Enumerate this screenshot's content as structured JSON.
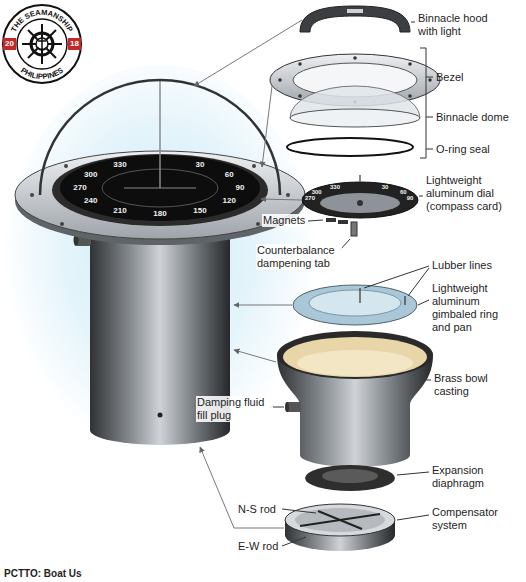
{
  "diagram": {
    "labels": [
      "THE SEAMANSHIP",
      "20",
      "18",
      "PHILIPPINES",
      "Binnacle hood with light",
      "Bezel",
      "Binnacle dome",
      "O-ring seal",
      "Lightweight aluminum dial (compass card)",
      "Magnets",
      "Counterbalance dampening tab",
      "Lubber lines",
      "Lightweight aluminum gimbaled ring and pan",
      "Brass bowl casting",
      "Damping fluid fill plug",
      "Expansion diaphragm",
      "N-S rod",
      "Compensator system",
      "E-W rod",
      "PCTTO: Boat Us",
      "330",
      "30",
      "60",
      "90",
      "120",
      "150",
      "180",
      "210",
      "240",
      "270",
      "300",
      "270",
      "300",
      "330",
      "30",
      "60",
      "90"
    ]
  }
}
